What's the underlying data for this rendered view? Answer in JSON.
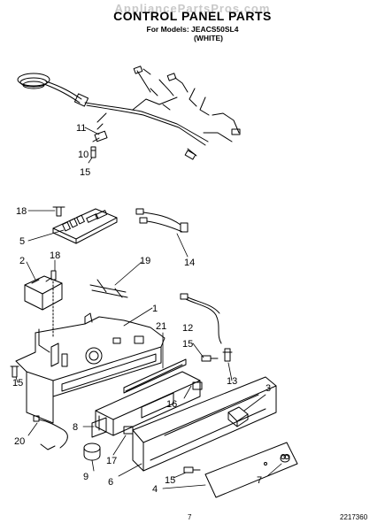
{
  "watermark": "AppliancePartsPros.com",
  "header": {
    "title": "CONTROL PANEL PARTS",
    "models": "For Models: JEACS50SL4",
    "color": "(WHITE)"
  },
  "callouts": [
    {
      "id": "c11",
      "label": "11"
    },
    {
      "id": "c10",
      "label": "10"
    },
    {
      "id": "c15a",
      "label": "15"
    },
    {
      "id": "c18a",
      "label": "18"
    },
    {
      "id": "c5",
      "label": "5"
    },
    {
      "id": "c14",
      "label": "14"
    },
    {
      "id": "c2",
      "label": "2"
    },
    {
      "id": "c18b",
      "label": "18"
    },
    {
      "id": "c19",
      "label": "19"
    },
    {
      "id": "c1",
      "label": "1"
    },
    {
      "id": "c12",
      "label": "12"
    },
    {
      "id": "c21",
      "label": "21"
    },
    {
      "id": "c15b",
      "label": "15"
    },
    {
      "id": "c13",
      "label": "13"
    },
    {
      "id": "c15c",
      "label": "15"
    },
    {
      "id": "c16",
      "label": "16"
    },
    {
      "id": "c3",
      "label": "3"
    },
    {
      "id": "c20",
      "label": "20"
    },
    {
      "id": "c8",
      "label": "8"
    },
    {
      "id": "c17",
      "label": "17"
    },
    {
      "id": "c9",
      "label": "9"
    },
    {
      "id": "c6",
      "label": "6"
    },
    {
      "id": "c15d",
      "label": "15"
    },
    {
      "id": "c7",
      "label": "7"
    },
    {
      "id": "c4",
      "label": "4"
    }
  ],
  "footer": {
    "page": "7",
    "doc_number": "2217360"
  }
}
